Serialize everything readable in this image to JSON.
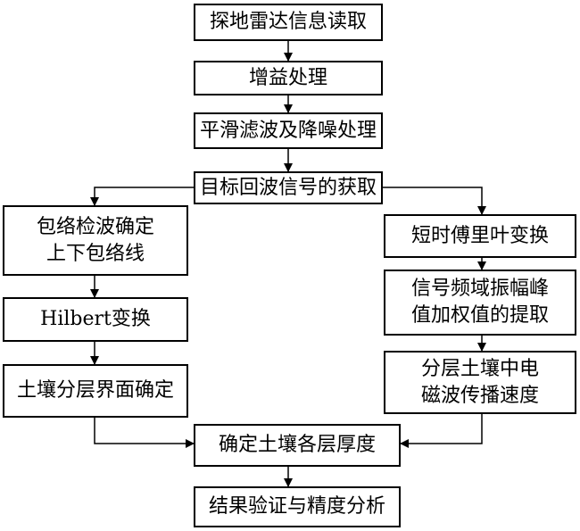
{
  "nodes": {
    "read": "探地雷达信息读取",
    "gain": "增益处理",
    "smooth": "平滑滤波及降噪处理",
    "extract": "目标回波信号的获取",
    "envelope": "包络检波确定\n上下包络线",
    "hilbert": "Hilbert变换",
    "interface": "土壤分层界面确定",
    "stft": "短时傅里叶变换",
    "peak": "信号频域振幅峰\n值加权值的提取",
    "speed": "分层土壤中电\n磁波传播速度",
    "thickness": "确定土壤各层厚度",
    "verify": "结果验证与精度分析"
  }
}
